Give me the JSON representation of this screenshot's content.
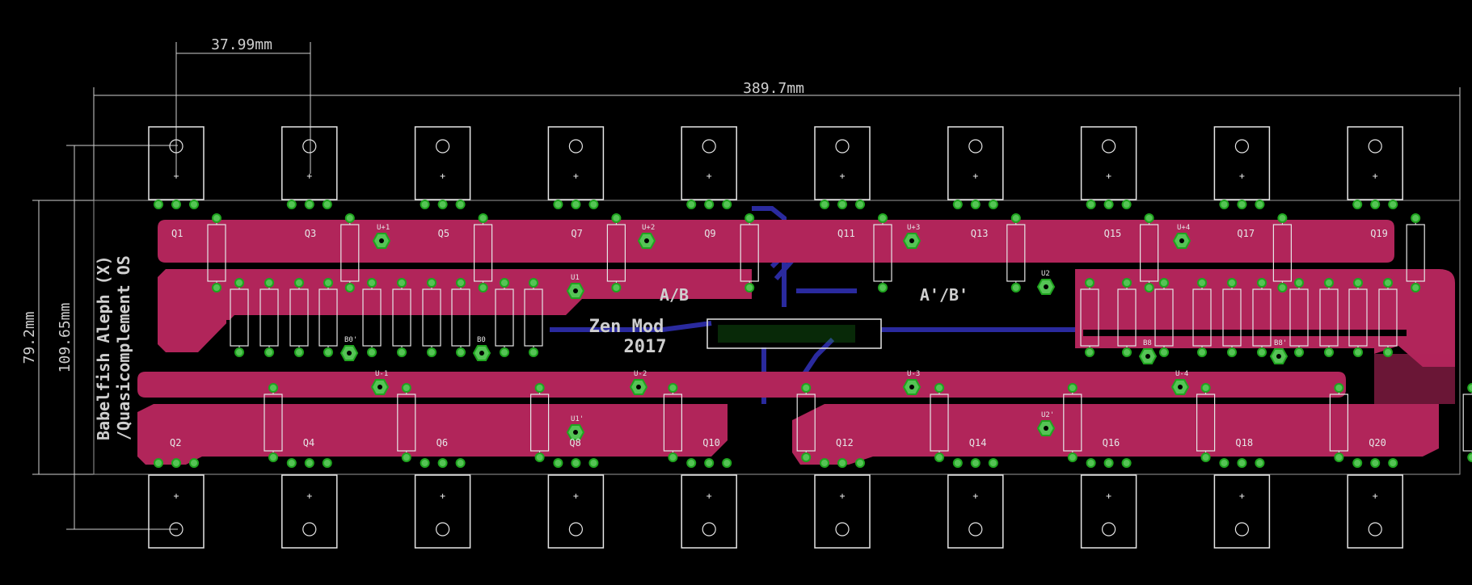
{
  "dimensions": {
    "spacing": "37.99mm",
    "width": "389.7mm",
    "height_outer": "109.65mm",
    "height_inner": "79.2mm"
  },
  "board": {
    "title_line1": "Babelfish Aleph (X)",
    "title_line2": "/Quasicomplement OS",
    "center_line1": "Zen Mod",
    "center_line2": "2017",
    "label_ab": "A/B",
    "label_ab_prime": "A'/B'"
  },
  "transistors_top": [
    "Q1",
    "Q3",
    "Q5",
    "Q7",
    "Q9",
    "Q11",
    "Q13",
    "Q15",
    "Q17",
    "Q19"
  ],
  "transistors_bottom": [
    "Q2",
    "Q4",
    "Q6",
    "Q8",
    "Q10",
    "Q12",
    "Q14",
    "Q16",
    "Q18",
    "Q20"
  ],
  "testpoints": [
    "U+1",
    "U+2",
    "U+3",
    "U+4",
    "U1",
    "U2",
    "B0",
    "B0'",
    "B8",
    "B8'",
    "U-1",
    "U-2",
    "U-3",
    "U-4",
    "U1'",
    "U2'"
  ],
  "colors": {
    "background": "#000000",
    "copper_top": "#b1255a",
    "copper_bottom": "#2a2a9e",
    "pad": "#1fa51f",
    "via": "#55c455",
    "silkscreen": "#e6e6e6",
    "dimension": "#cfcfcf"
  }
}
